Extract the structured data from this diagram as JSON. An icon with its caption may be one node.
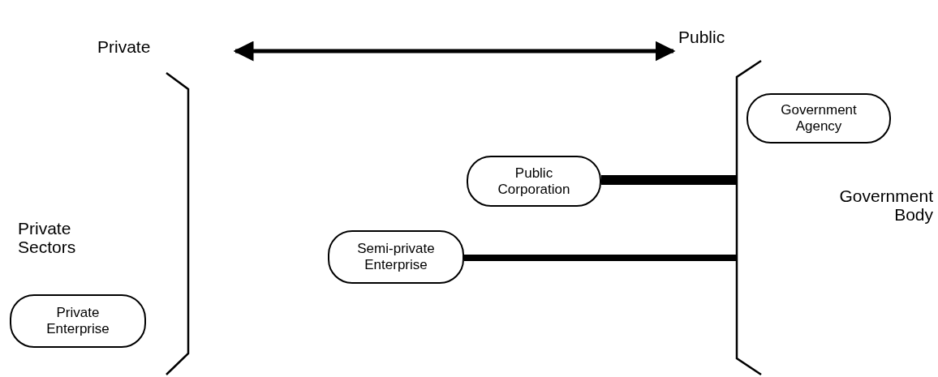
{
  "diagram": {
    "nodes": [
      {
        "text": [
          "Government Agency"
        ]
      },
      {
        "text": [
          "Public Corporation"
        ]
      },
      {
        "text": [
          "Semi-private Enterprise"
        ]
      },
      {
        "text": [
          "Private Enterprise"
        ]
      },
      {
        "text": [],
        "shape": "bracket"
      }
    ],
    "edges": [
      {
        "from": 1,
        "to": 4,
        "arrow": "none",
        "style": "thick"
      },
      {
        "from": 2,
        "to": 4,
        "arrow": "none",
        "style": "thick"
      }
    ],
    "labels": [
      "Private",
      "Public",
      "Private Sectors",
      "Government Body"
    ]
  }
}
